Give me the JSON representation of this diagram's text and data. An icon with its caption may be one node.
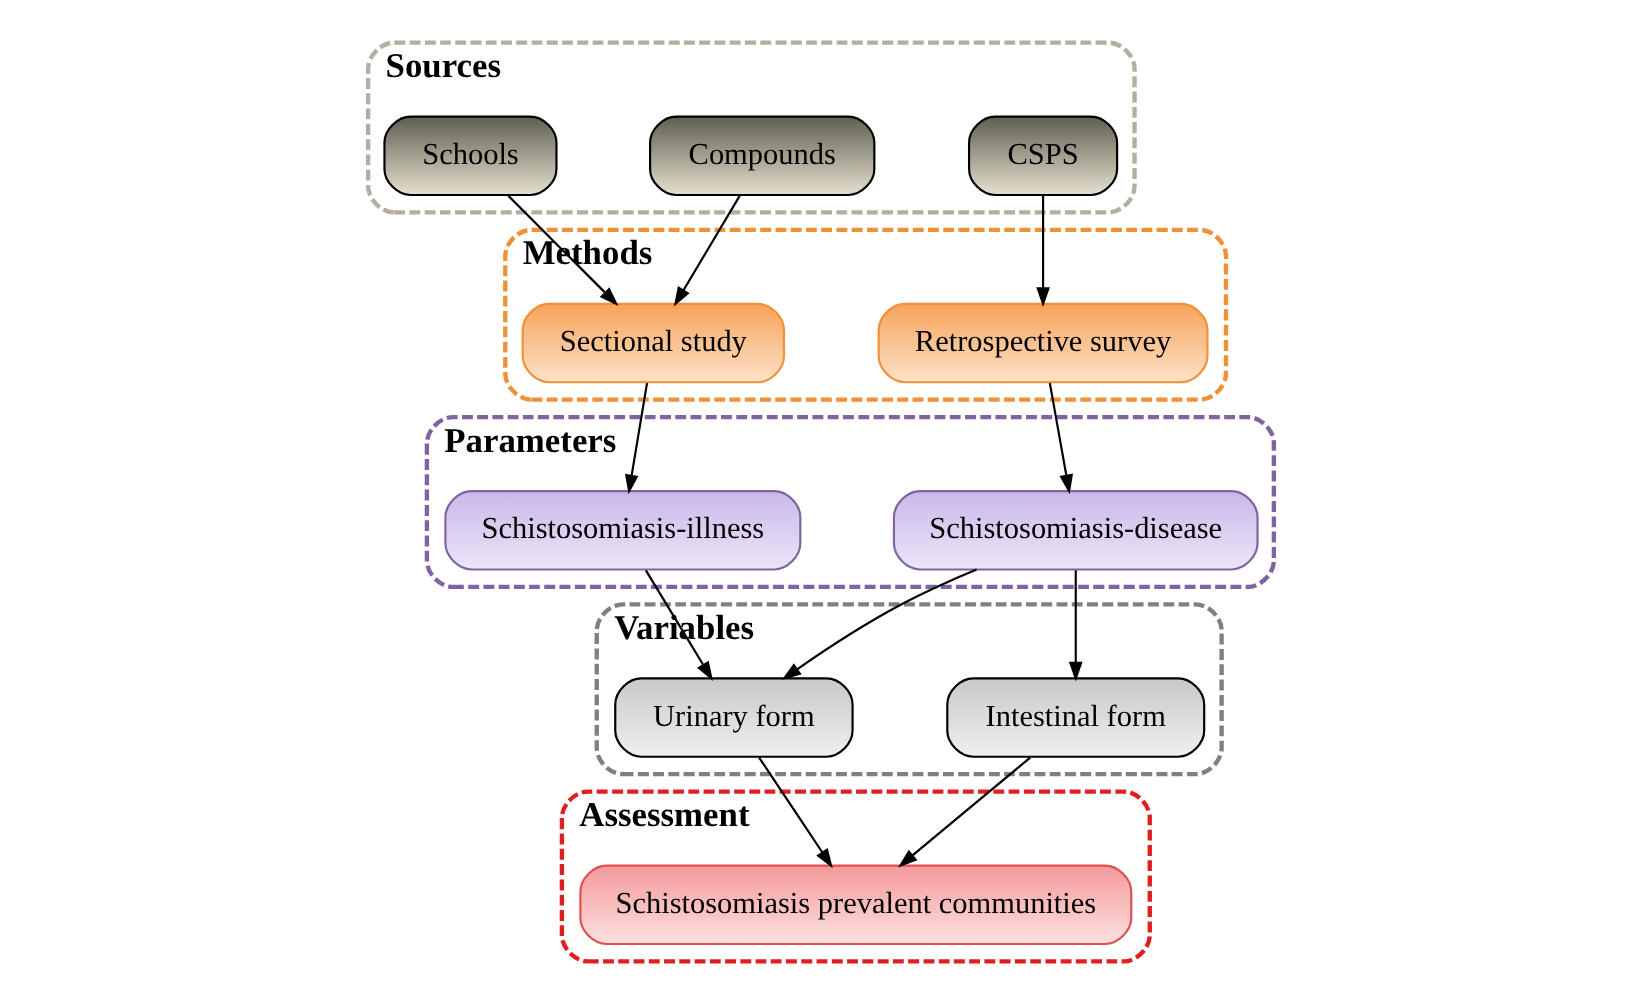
{
  "diagram": {
    "nodes": [
      {
        "text": [
          "Sources"
        ]
      },
      {
        "text": [
          "CSPS"
        ],
        "in": 0
      },
      {
        "text": [
          "Compounds"
        ],
        "in": 0
      },
      {
        "text": [
          "Schools"
        ],
        "in": 0
      },
      {
        "text": [
          "Methods"
        ]
      },
      {
        "text": [
          "Retrospective survey"
        ],
        "in": 4
      },
      {
        "text": [
          "Sectional study"
        ],
        "in": 4
      },
      {
        "text": [
          "Parameters"
        ]
      },
      {
        "text": [
          "Schistosomiasis-disease"
        ],
        "in": 7
      },
      {
        "text": [
          "Schistosomiasis-illness"
        ],
        "in": 7
      },
      {
        "text": [
          "Variables"
        ]
      },
      {
        "text": [
          "Intestinal form"
        ],
        "in": 10
      },
      {
        "text": [
          "Urinary form"
        ],
        "in": 10
      },
      {
        "text": [
          "Assessment"
        ]
      },
      {
        "text": [
          "Schistosomiasis prevalent communities"
        ],
        "in": 13
      }
    ],
    "edges": [
      {
        "from": 1,
        "to": 5,
        "arrow": "to"
      },
      {
        "from": 2,
        "to": 6,
        "arrow": "to"
      },
      {
        "from": 3,
        "to": 6,
        "arrow": "to"
      },
      {
        "from": 5,
        "to": 8,
        "arrow": "to"
      },
      {
        "from": 6,
        "to": 9,
        "arrow": "to"
      },
      {
        "from": 8,
        "to": 11,
        "arrow": "to"
      },
      {
        "from": 8,
        "to": 12,
        "arrow": "to"
      },
      {
        "from": 9,
        "to": 12,
        "arrow": "to"
      },
      {
        "from": 11,
        "to": 14,
        "arrow": "to"
      },
      {
        "from": 12,
        "to": 14,
        "arrow": "to"
      }
    ]
  }
}
